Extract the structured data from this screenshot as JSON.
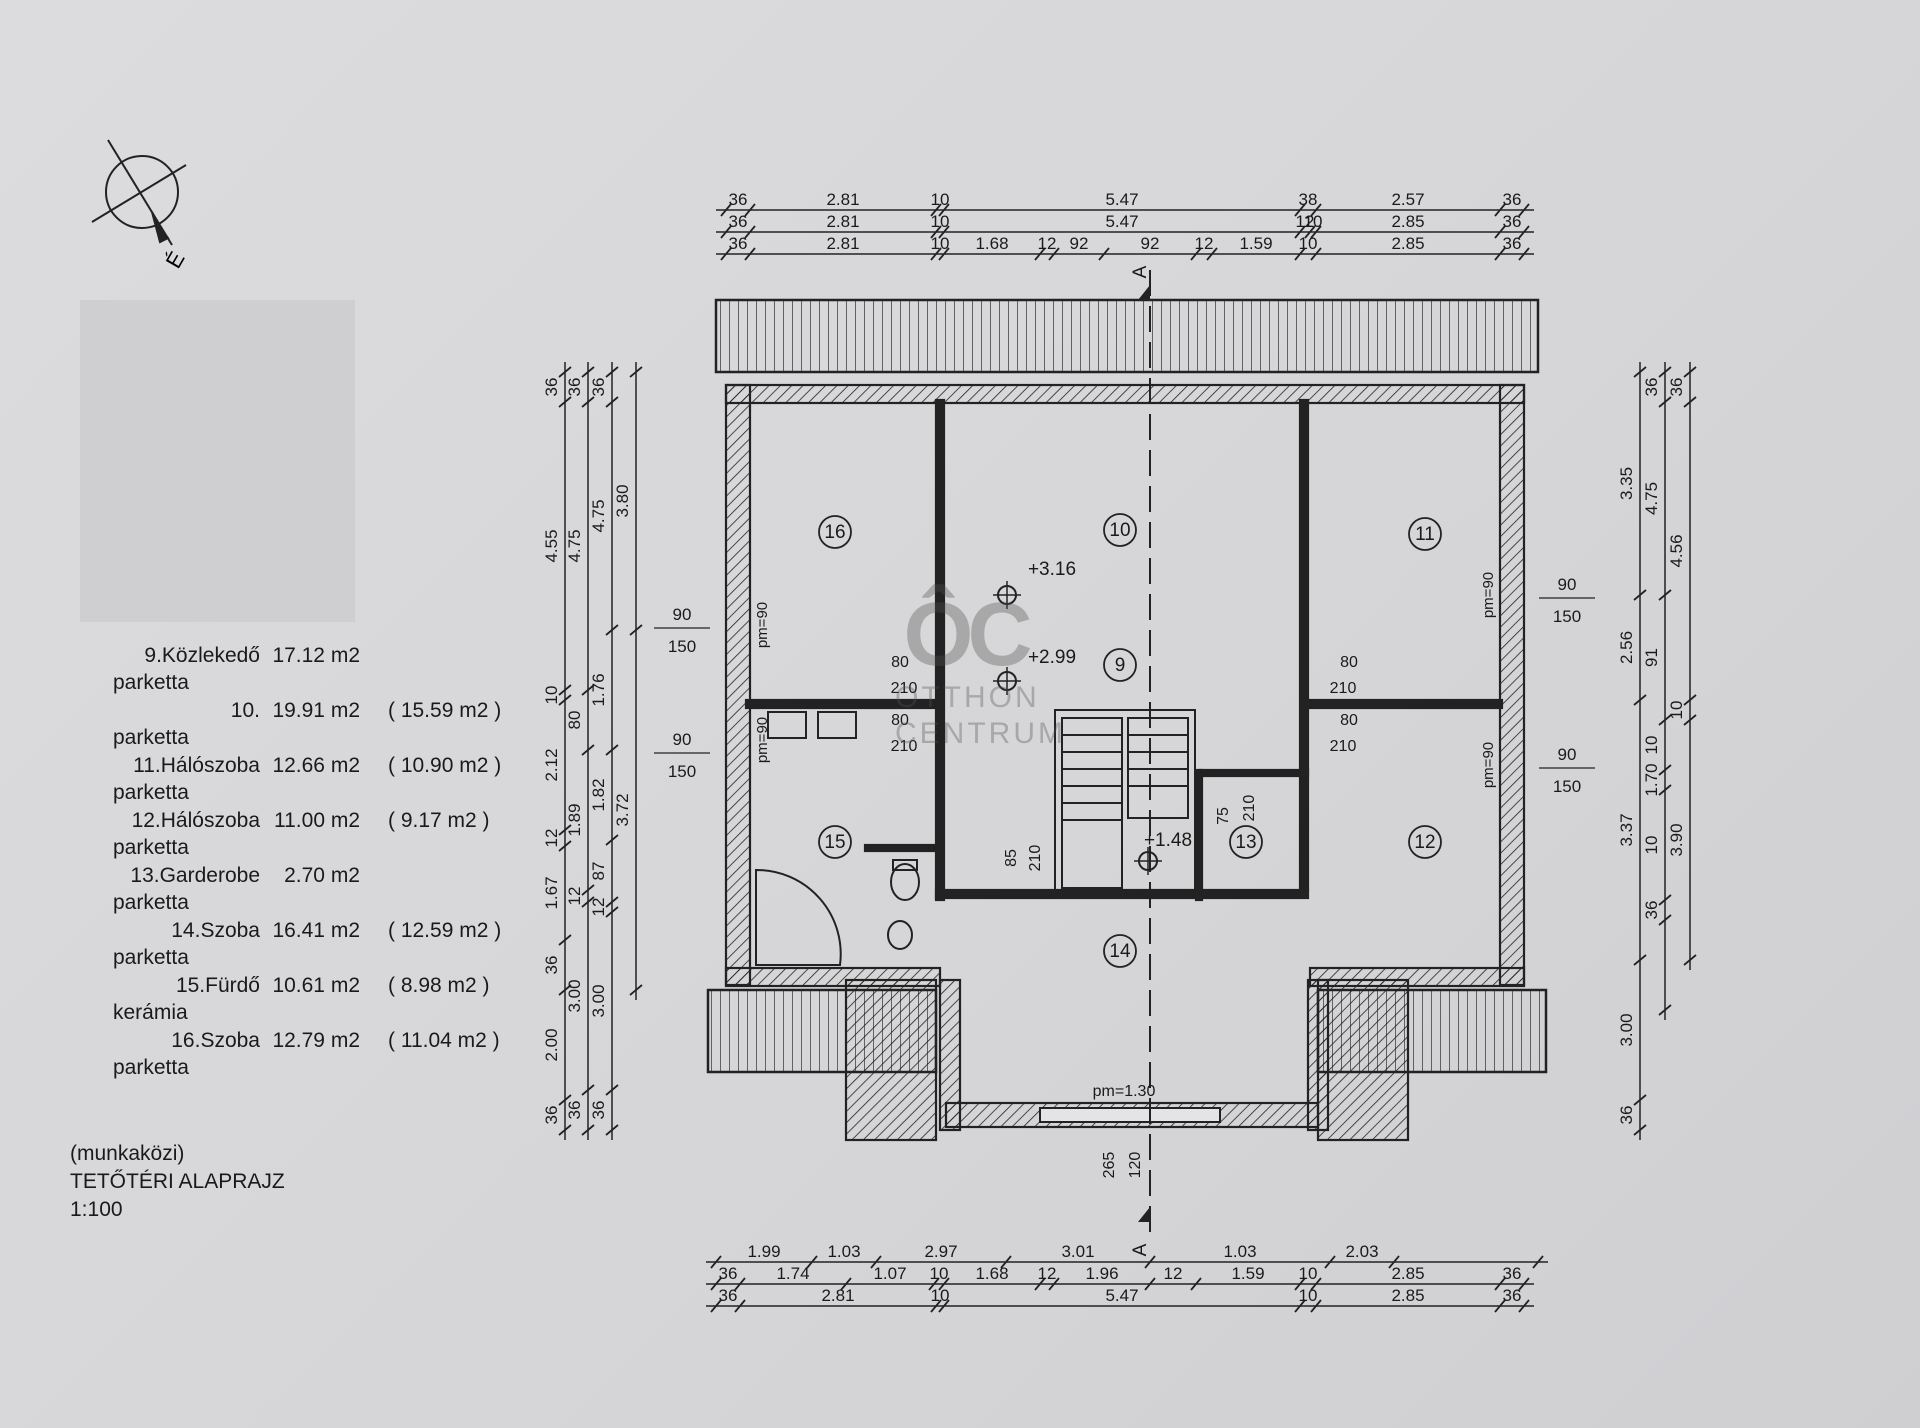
{
  "compass": {
    "label": "É"
  },
  "legend": [
    {
      "name": "9.Közlekedő",
      "area": "17.12 m2",
      "net": "",
      "floor": "parketta"
    },
    {
      "name": "10.",
      "area": "19.91 m2",
      "net": "( 15.59 m2 )",
      "floor": "parketta"
    },
    {
      "name": "11.Hálószoba",
      "area": "12.66 m2",
      "net": "( 10.90 m2 )",
      "floor": "parketta"
    },
    {
      "name": "12.Hálószoba",
      "area": "11.00 m2",
      "net": "(   9.17 m2 )",
      "floor": "parketta"
    },
    {
      "name": "13.Garderobe",
      "area": "2.70 m2",
      "net": "",
      "floor": "parketta"
    },
    {
      "name": "14.Szoba",
      "area": "16.41 m2",
      "net": "( 12.59 m2 )",
      "floor": "parketta"
    },
    {
      "name": "15.Fürdő",
      "area": "10.61 m2",
      "net": "(   8.98 m2 )",
      "floor": "kerámia"
    },
    {
      "name": "16.Szoba",
      "area": "12.79 m2",
      "net": "( 11.04 m2 )",
      "floor": "parketta"
    }
  ],
  "caption": {
    "line1": "(munkaközi)",
    "line2": "TETŐTÉRI  ALAPRAJZ",
    "line3": "1:100"
  },
  "watermark": {
    "logo": "ÔC",
    "line1": "OTTHON",
    "line2": "CENTRUM"
  },
  "plan": {
    "rooms": [
      "16",
      "10",
      "11",
      "9",
      "15",
      "13",
      "12",
      "14"
    ],
    "levels": [
      "+3.16",
      "+2.99",
      "+1.48"
    ],
    "section_mark": "A",
    "pm_bottom": "pm=1.30",
    "windows": [
      "90",
      "150"
    ],
    "pm_window": "pm=90",
    "doors": [
      "80",
      "210",
      "80",
      "210",
      "80",
      "210",
      "80",
      "210",
      "85",
      "210",
      "75",
      "210"
    ],
    "section_depth": [
      "265",
      "120"
    ]
  },
  "dims_top": {
    "row1": [
      "36",
      "2.81",
      "10",
      "5.47",
      "38",
      "2.57",
      "36"
    ],
    "row2": [
      "36",
      "2.81",
      "10",
      "5.47",
      "12",
      "10",
      "2.85",
      "36"
    ],
    "row3": [
      "36",
      "2.81",
      "10",
      "1.68",
      "12",
      "92",
      "92",
      "12",
      "1.59",
      "10",
      "2.85",
      "36"
    ]
  },
  "dims_bottom": {
    "row1": [
      "1.99",
      "1.03",
      "2.97",
      "3.01",
      "1.03",
      "2.03"
    ],
    "row2": [
      "36",
      "1.74",
      "1.07",
      "10",
      "1.68",
      "12",
      "1.96",
      "12",
      "1.59",
      "10",
      "2.85",
      "36"
    ],
    "row3": [
      "36",
      "2.81",
      "10",
      "5.47",
      "10",
      "2.85",
      "36"
    ]
  },
  "dims_left": {
    "col1": [
      "36",
      "4.55",
      "10",
      "2.12",
      "12",
      "1.67",
      "36",
      "2.00",
      "36"
    ],
    "col2": [
      "36",
      "4.75",
      "80",
      "1.89",
      "12",
      "3.00",
      "36"
    ],
    "col3": [
      "36",
      "4.75",
      "1.76",
      "1.82",
      "87",
      "12",
      "3.00",
      "36"
    ],
    "col4": [
      "3.80",
      "3.72"
    ]
  },
  "dims_right": {
    "col1": [
      "3.35",
      "2.56",
      "3.37",
      "3.00",
      "36"
    ],
    "col2": [
      "36",
      "4.75",
      "91",
      "10",
      "1.70",
      "10",
      "36"
    ],
    "col3": [
      "36",
      "4.56",
      "10",
      "3.90"
    ]
  }
}
